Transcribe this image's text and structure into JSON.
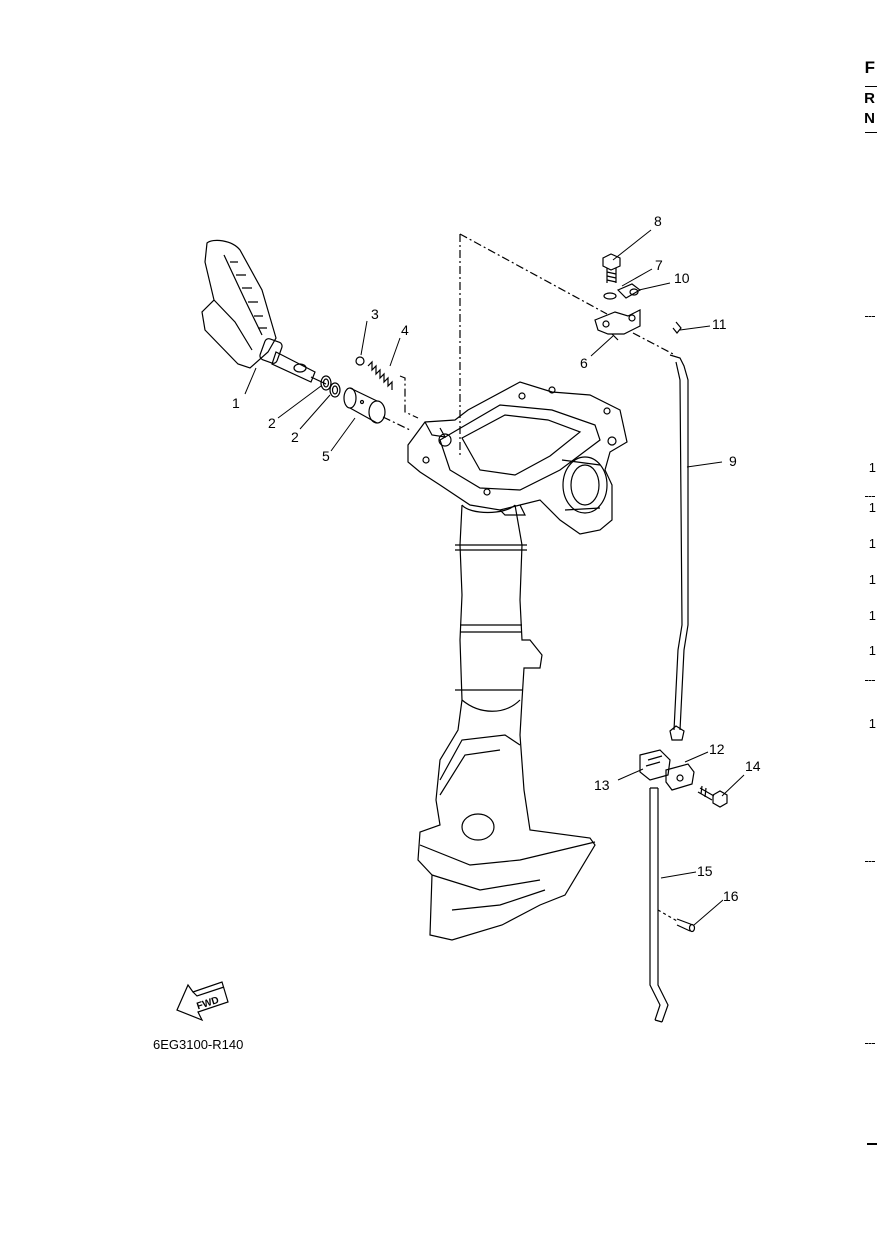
{
  "diagram_code": "6EG3100-R140",
  "fwd_label": "FWD",
  "parts": [
    {
      "ref": "1"
    },
    {
      "ref": "2"
    },
    {
      "ref": "2"
    },
    {
      "ref": "3"
    },
    {
      "ref": "4"
    },
    {
      "ref": "5"
    },
    {
      "ref": "6"
    },
    {
      "ref": "7"
    },
    {
      "ref": "8"
    },
    {
      "ref": "9"
    },
    {
      "ref": "10"
    },
    {
      "ref": "11"
    },
    {
      "ref": "12"
    },
    {
      "ref": "13"
    },
    {
      "ref": "14"
    },
    {
      "ref": "15"
    },
    {
      "ref": "16"
    }
  ],
  "right_edge": {
    "letters": [
      "F",
      "R",
      "N"
    ],
    "numbers": [
      "1",
      "1",
      "1",
      "1",
      "1",
      "1",
      "1"
    ]
  },
  "colors": {
    "line": "#000000",
    "background": "#ffffff"
  }
}
